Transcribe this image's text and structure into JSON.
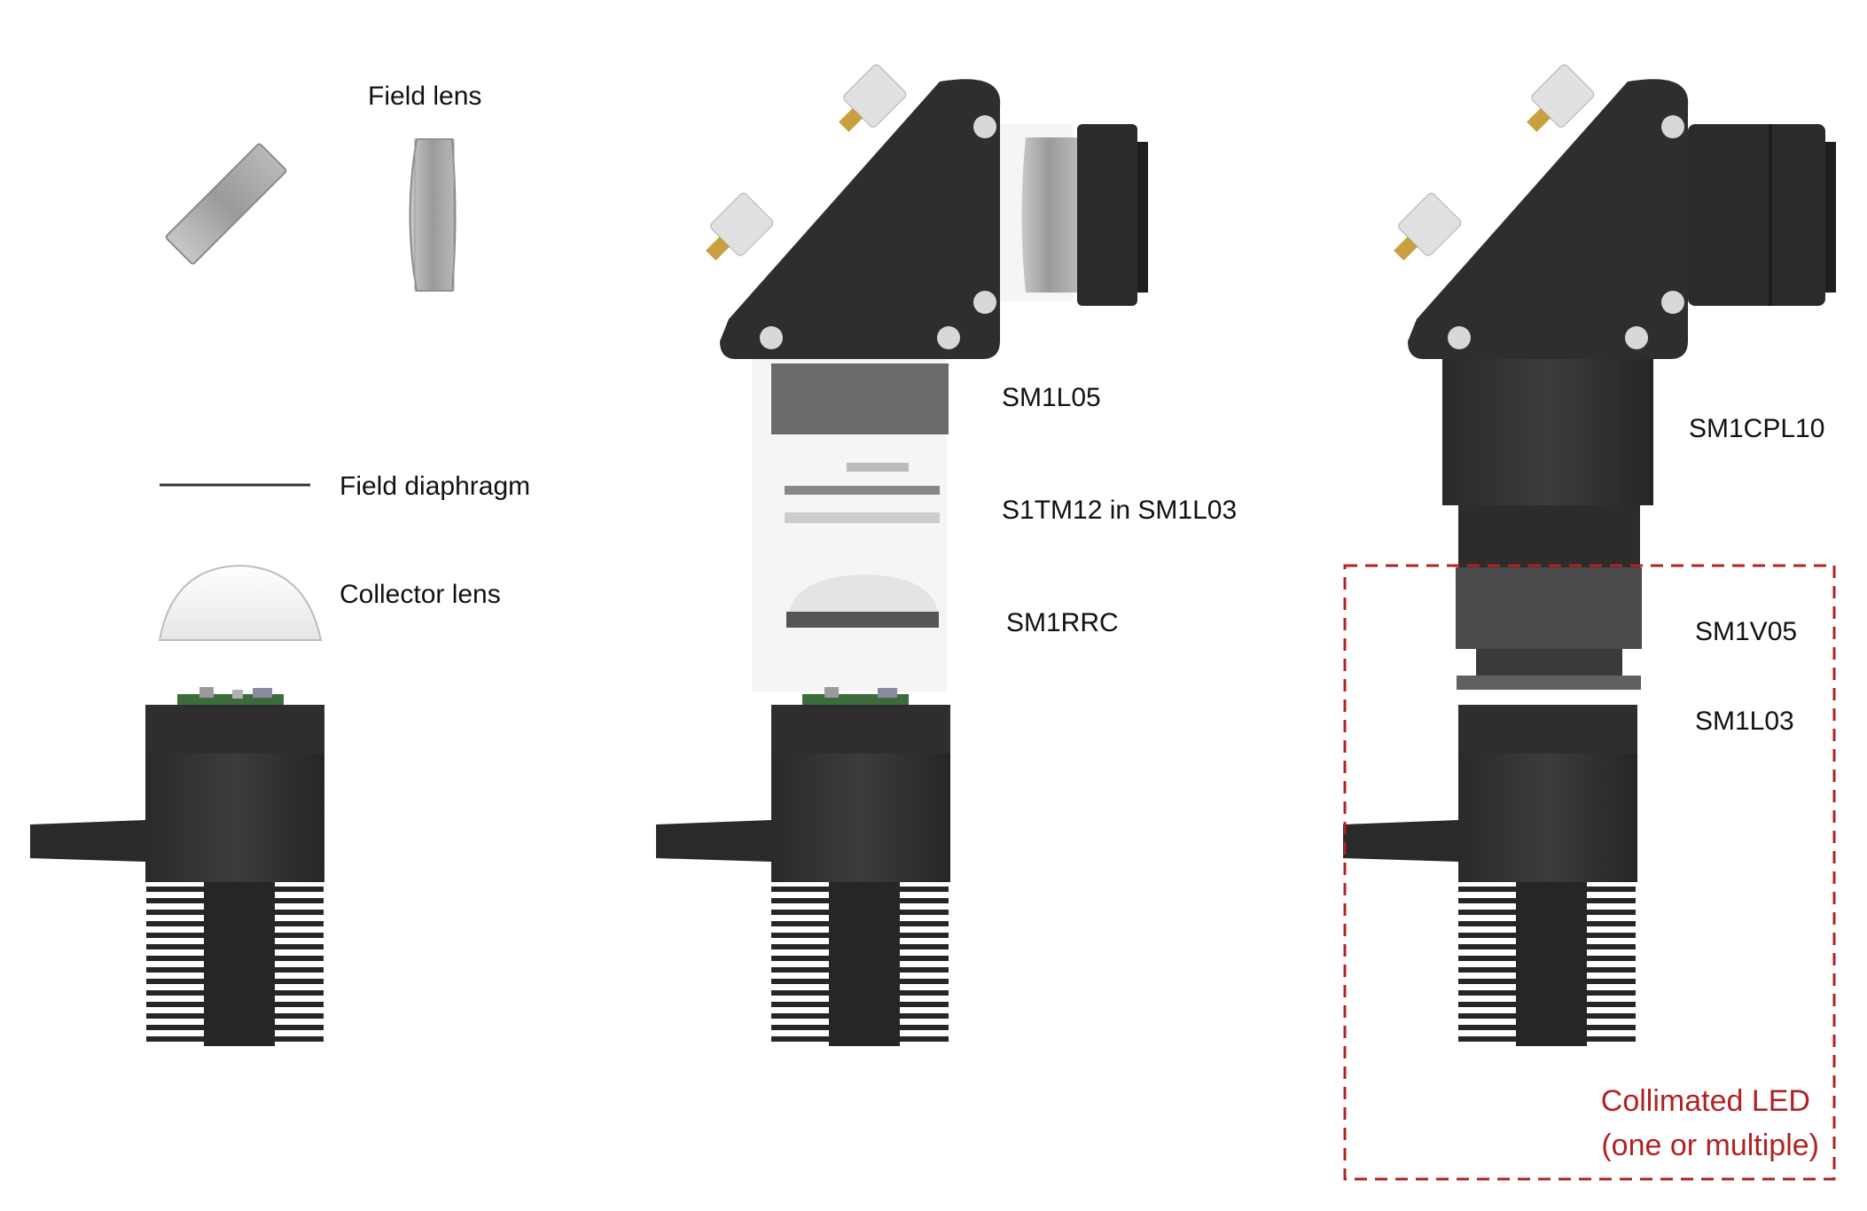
{
  "colors": {
    "body_dark": "#2b2b2b",
    "body_mid": "#3a3a3a",
    "lens_gray": "#a9a9a9",
    "highlight_red": "#b22222",
    "pcb_green": "#3c6b3c",
    "brass": "#c8a040"
  },
  "labels": {
    "field_lens": "Field lens",
    "field_diaphragm": "Field diaphragm",
    "collector_lens": "Collector lens",
    "sm1l05": "SM1L05",
    "s1tm12": "S1TM12 in SM1L03",
    "sm1rrc": "SM1RRC",
    "sm1cpl10": "SM1CPL10",
    "sm1v05": "SM1V05",
    "sm1l03": "SM1L03"
  },
  "highlight": {
    "line1": "Collimated LED",
    "line2": "(one or multiple)"
  }
}
